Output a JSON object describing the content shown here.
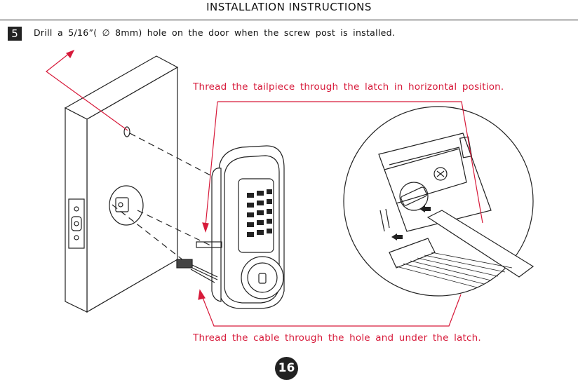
{
  "header": {
    "title": "INSTALLATION  INSTRUCTIONS"
  },
  "step": {
    "number": "5",
    "text": "Drill a 5/16”( ∅ 8mm) hole on the door when the screw post is installed."
  },
  "callouts": {
    "top": "Thread the tailpiece through the latch in horizontal position.",
    "bottom": "Thread the cable through the hole and under the latch."
  },
  "colors": {
    "accent": "#d71a3a",
    "ink": "#222222"
  },
  "page_number": "16"
}
